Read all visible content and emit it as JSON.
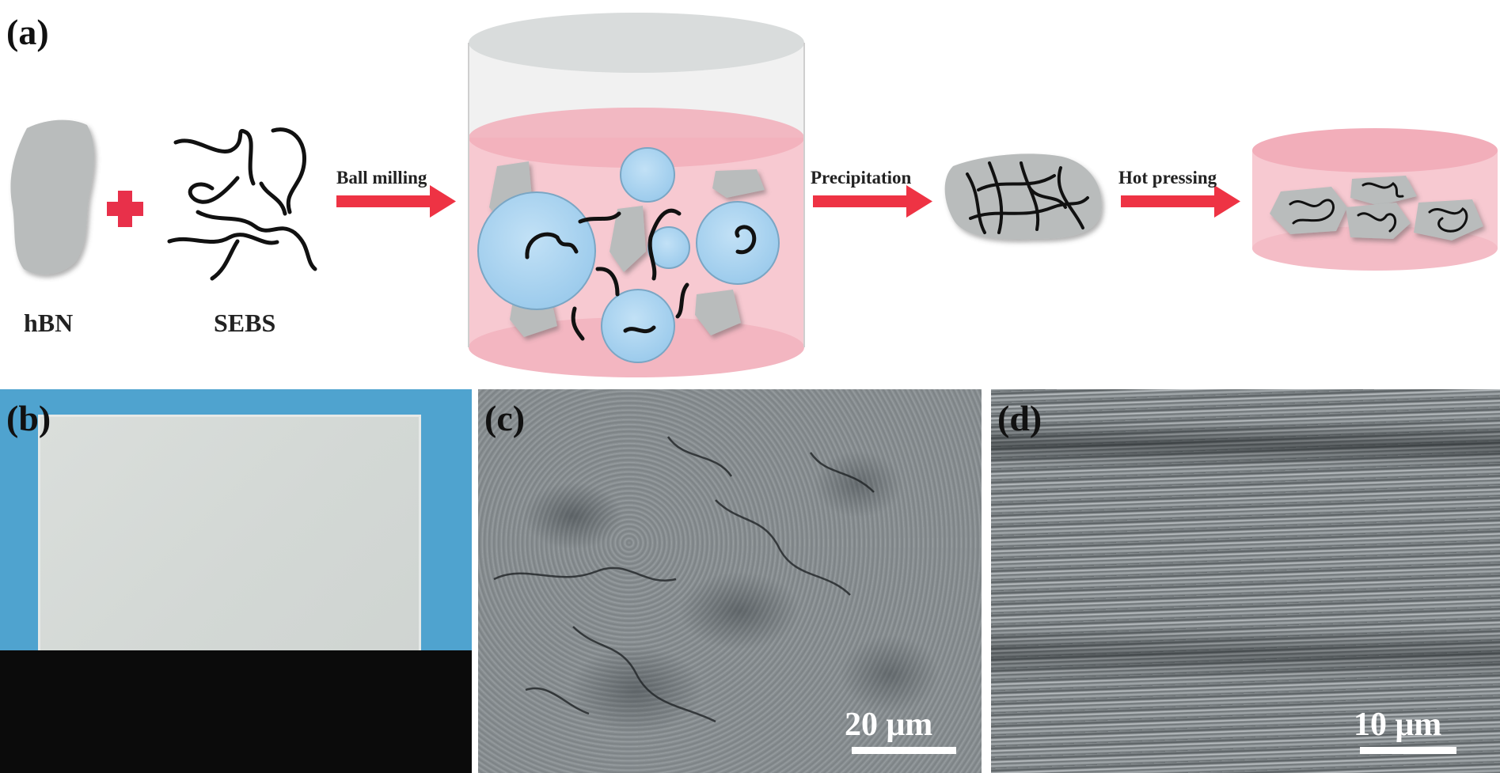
{
  "panels": {
    "a": "(a)",
    "b": "(b)",
    "c": "(c)",
    "d": "(d)"
  },
  "scheme": {
    "material_1": "hBN",
    "material_2": "SEBS",
    "step_1": "Ball milling",
    "step_2": "Precipitation",
    "step_3": "Hot pressing"
  },
  "scale_bars": {
    "c": "20 μm",
    "d": "10 μm"
  },
  "colors": {
    "arrow": "#ee3344",
    "plus": "#e8304a",
    "flake": "#b9bcbc",
    "ball": "#a9d3ef",
    "liquid": "#f7c9d1",
    "photo_blue": "#4fa3cf",
    "sample_white": "#d8dcd9"
  }
}
